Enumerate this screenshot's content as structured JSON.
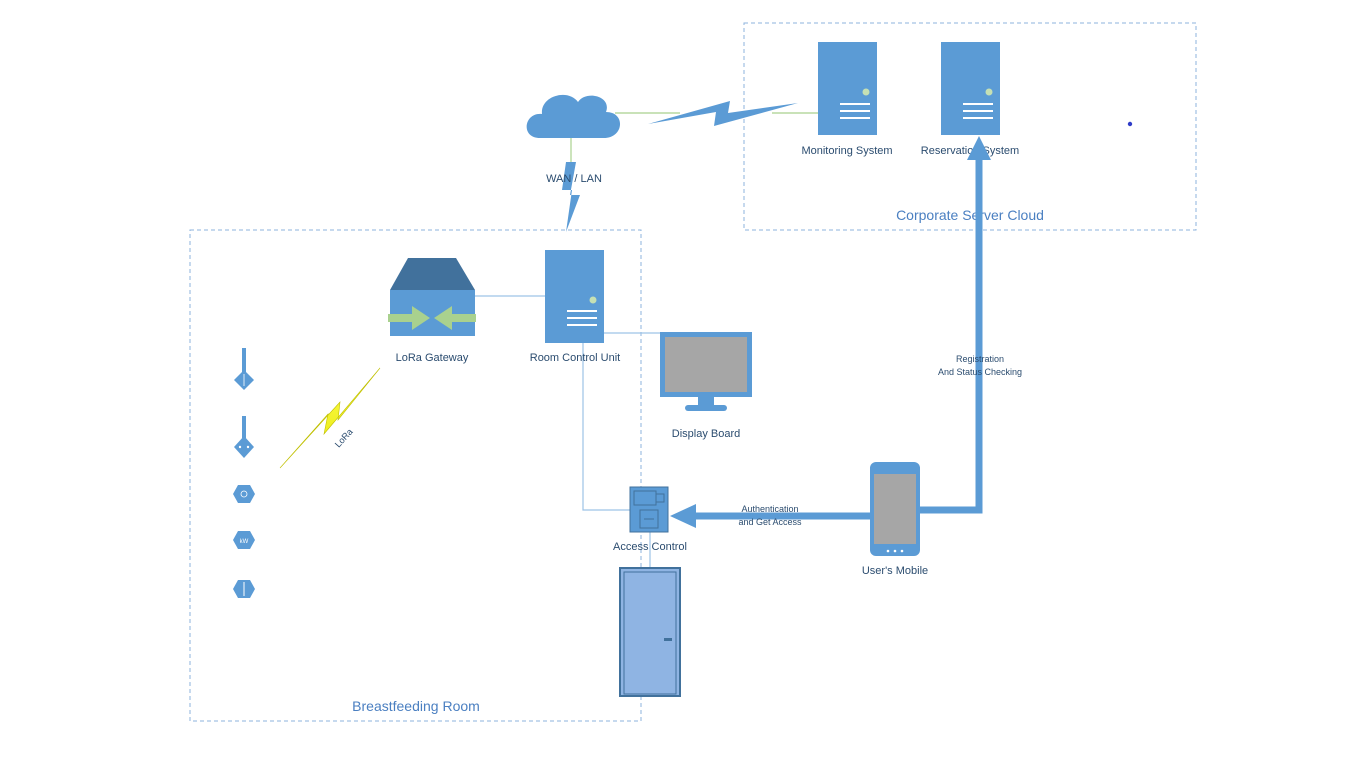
{
  "zones": {
    "cloud": "Corporate Server Cloud",
    "room": "Breastfeeding Room"
  },
  "nodes": {
    "monitoring": "Monitoring System",
    "reservation": "Reservation System",
    "wan": "WAN / LAN",
    "gateway": "LoRa Gateway",
    "rcu": "Room Control Unit",
    "display": "Display Board",
    "access": "Access Control",
    "mobile": "User's Mobile"
  },
  "links": {
    "lora": "LoRa",
    "registration_1": "Registration",
    "registration_2": "And Status Checking",
    "auth_1": "Authentication",
    "auth_2": "and Get Access"
  },
  "sensor_icons": [
    "temperature-sensor-icon",
    "humidity-sensor-icon",
    "light-sensor-icon",
    "power-meter-icon",
    "door-sensor-icon"
  ],
  "colors": {
    "primary": "#5b9bd5",
    "dark": "#41719c",
    "lora_bolt": "#ffff33",
    "arrow_green": "#a9d18e"
  }
}
